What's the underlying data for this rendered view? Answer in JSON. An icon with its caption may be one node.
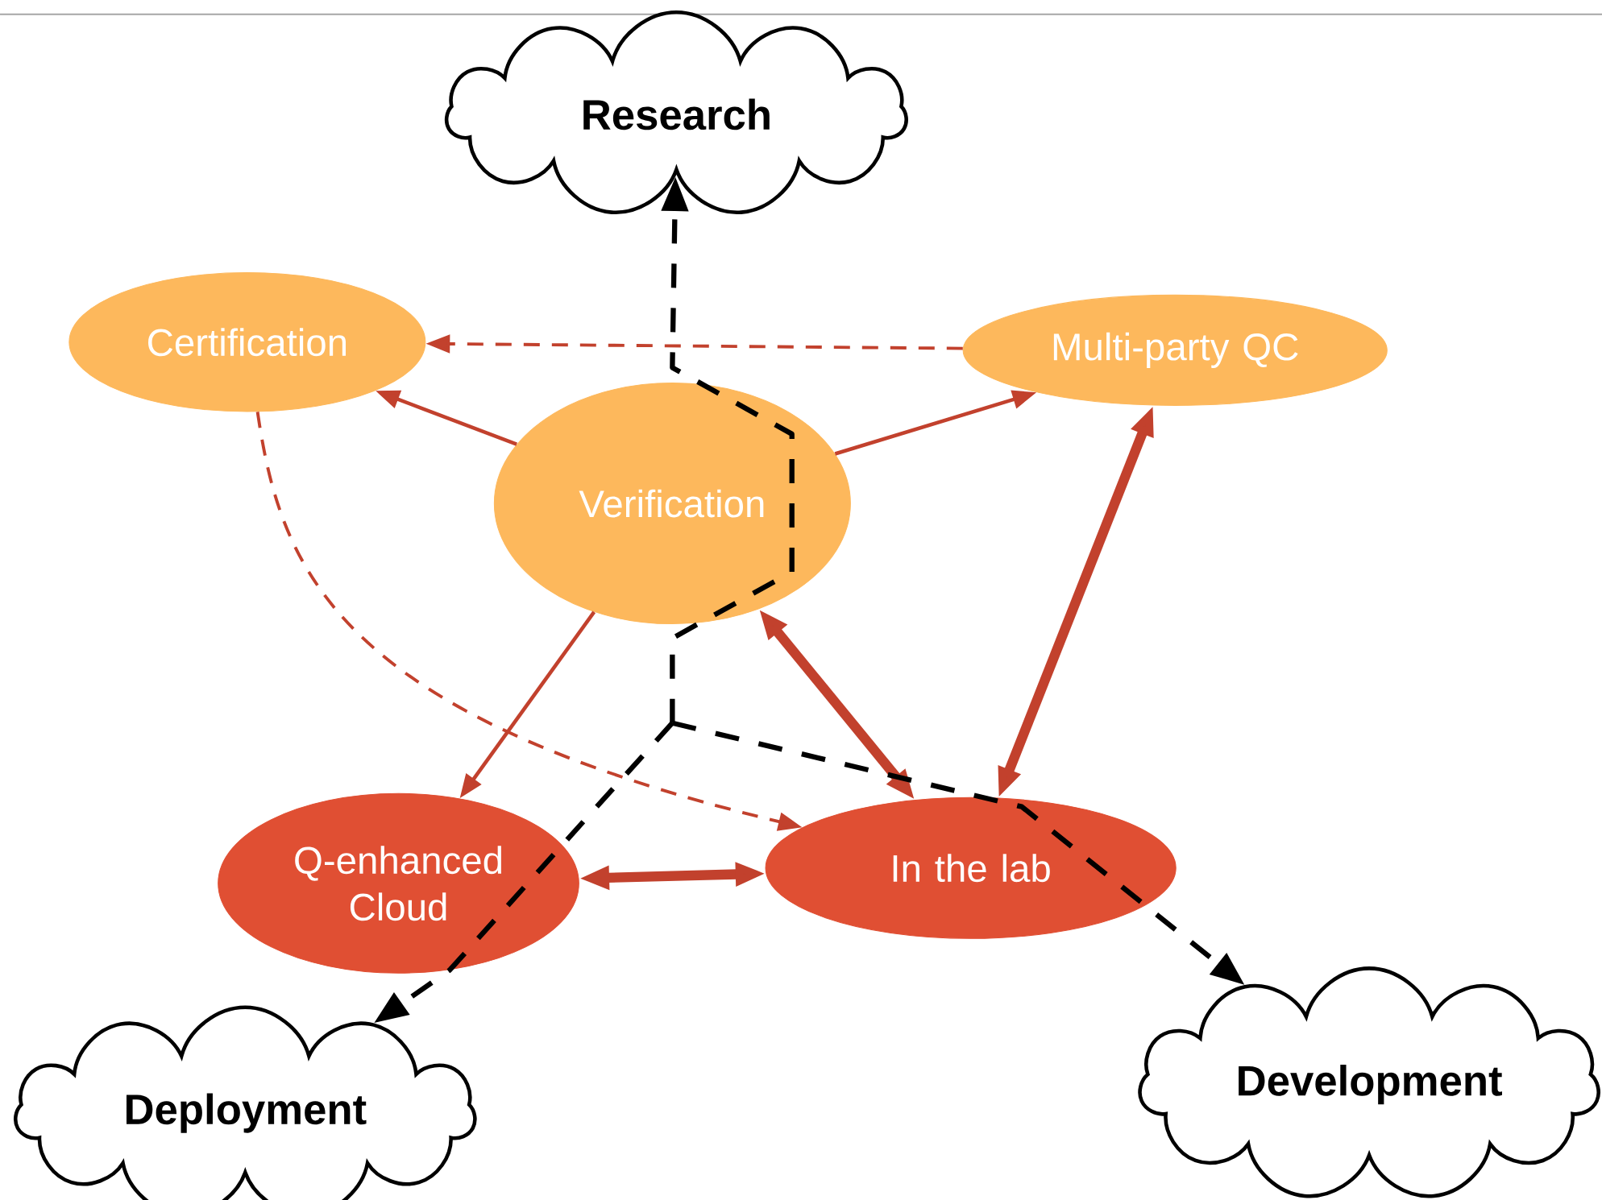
{
  "diagram": {
    "nodes": [
      {
        "text": [
          "Research"
        ]
      },
      {
        "text": [
          "Certification"
        ]
      },
      {
        "text": [
          "Multi-party QC"
        ]
      },
      {
        "text": [
          "Verification"
        ]
      },
      {
        "text": [
          "Q-enhanced Cloud"
        ]
      },
      {
        "text": [
          "In the lab"
        ]
      },
      {
        "text": [
          "Deployment"
        ]
      },
      {
        "text": [
          "Development"
        ]
      }
    ],
    "edges": [
      {
        "from": 2,
        "to": 1,
        "arrow": "to",
        "style": "dashed"
      },
      {
        "from": 3,
        "to": 1,
        "arrow": "to"
      },
      {
        "from": 3,
        "to": 2,
        "arrow": "to"
      },
      {
        "from": 3,
        "to": 4,
        "arrow": "to"
      },
      {
        "from": 3,
        "to": 5,
        "arrow": "both",
        "style": "thick"
      },
      {
        "from": 2,
        "to": 5,
        "arrow": "both",
        "style": "thick"
      },
      {
        "from": 4,
        "to": 5,
        "arrow": "both",
        "style": "thick"
      },
      {
        "from": 1,
        "to": 5,
        "arrow": "to",
        "style": "dashed"
      },
      {
        "from": null,
        "to": 0,
        "arrow": "to",
        "style": "dashed",
        "color": "#000000"
      },
      {
        "from": null,
        "to": 6,
        "arrow": "to",
        "style": "dashed",
        "color": "#000000"
      },
      {
        "from": null,
        "to": 7,
        "arrow": "to",
        "style": "dashed",
        "color": "#000000"
      }
    ]
  }
}
